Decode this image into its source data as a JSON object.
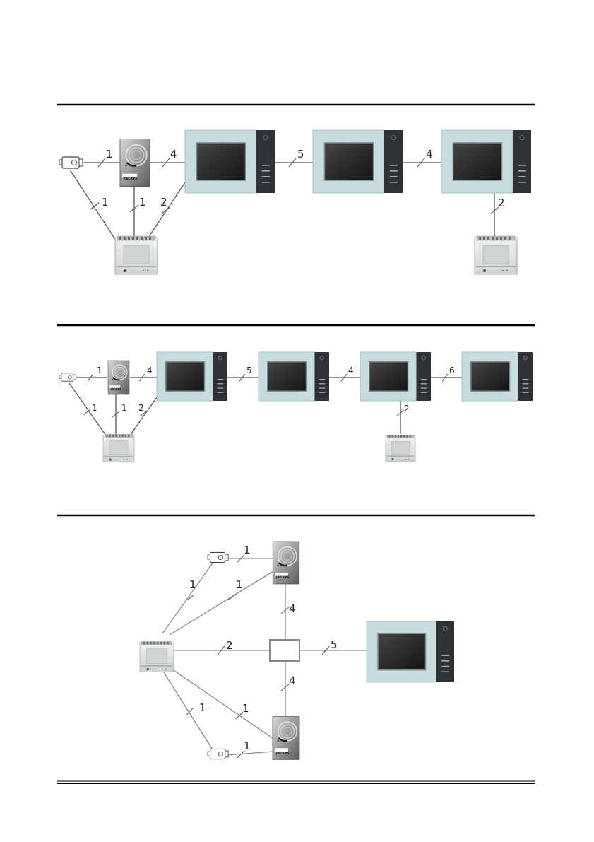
{
  "brand_text": "JACKYS",
  "diagrams": [
    {
      "id": "diagram-1",
      "wire_labels": [
        "1",
        "4",
        "1",
        "1",
        "2",
        "5",
        "4",
        "2"
      ]
    },
    {
      "id": "diagram-2",
      "wire_labels": [
        "1",
        "4",
        "1",
        "1",
        "2",
        "5",
        "4",
        "6",
        "2"
      ]
    },
    {
      "id": "diagram-3",
      "wire_labels": [
        "1",
        "1",
        "1",
        "4",
        "2",
        "5",
        "4",
        "1",
        "1",
        "1"
      ]
    }
  ],
  "colors": {
    "monitor_face": "#c7dcdf",
    "monitor_side": "#2e3236",
    "screen": "#2b2b2b",
    "rule": "#000000"
  }
}
